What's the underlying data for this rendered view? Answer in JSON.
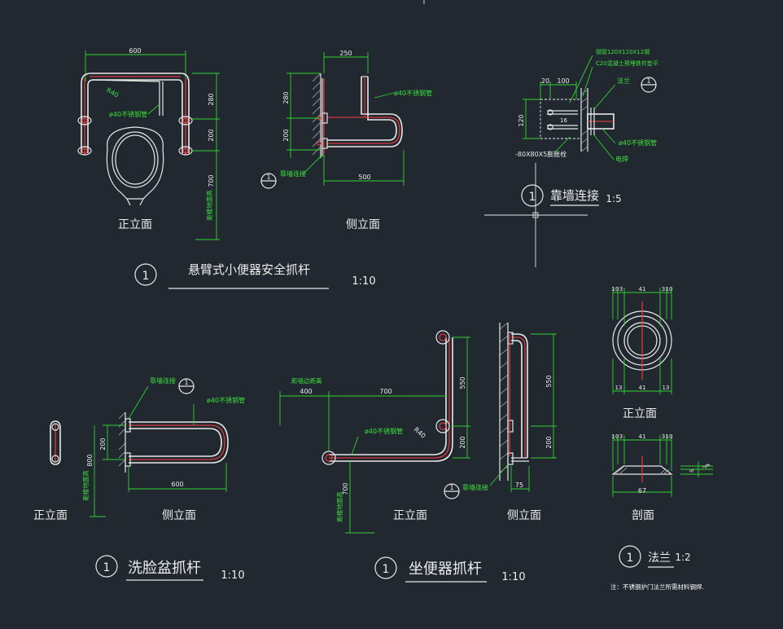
{
  "drawing": {
    "urinal": {
      "title": "悬臂式小便器安全抓杆",
      "scale": "1:10",
      "index": "1",
      "front_label": "正立面",
      "side_label": "侧立面",
      "dims_front": {
        "width": "600",
        "h1": "280",
        "h2": "200",
        "h3": "700",
        "radius": "R40"
      },
      "pipe_note": "ø40不锈钢管",
      "floor_note": "距楼地面高",
      "dims_side": {
        "top": "250",
        "h1": "280",
        "h2": "200",
        "bottom": "500"
      },
      "side_pipe_note": "ø40不锈钢管",
      "wall_conn": "靠墙连接"
    },
    "wall_detail": {
      "title": "靠墙连接",
      "scale": "1:5",
      "index": "1",
      "note_plate": "钢管120X120X12钢",
      "note_c20": "C20混凝土预埋铁件垫平",
      "note_flange": "法兰",
      "note_pipe": "ø40不锈钢管",
      "note_angle": "-80X80X5膨胀栓",
      "note_weld": "电焊",
      "dims": {
        "d20": "20",
        "d100": "100",
        "d120": "120",
        "d16": "16"
      }
    },
    "basin": {
      "title": "洗脸盆抓杆",
      "scale": "1:10",
      "index": "1",
      "front_label": "正立面",
      "side_label": "侧立面",
      "wall_conn": "靠墙连接",
      "pipe_note": "ø40不锈钢管",
      "floor_note": "距楼地面高",
      "dims": {
        "h": "200",
        "floor": "800",
        "len": "600"
      }
    },
    "toilet": {
      "title": "坐便器抓杆",
      "scale": "1:10",
      "index": "1",
      "front_label": "正立面",
      "side_label": "侧立面",
      "wall_dist_note": "距墙边距离",
      "pipe_note": "ø40不锈钢管",
      "floor_note": "距楼地面高",
      "wall_conn": "靠墙连接",
      "dims": {
        "a": "400",
        "b": "700",
        "h1": "550",
        "h2": "200",
        "radius": "R40",
        "floor": "700",
        "side_h1": "550",
        "side_h2": "200",
        "side_w": "75"
      }
    },
    "flange": {
      "title": "法兰",
      "scale": "1:2",
      "index": "1",
      "front_label": "正立面",
      "section_label": "剖面",
      "dims_top": [
        "10",
        "3",
        "41",
        "3",
        "10"
      ],
      "dims_mid": [
        "13",
        "41",
        "13"
      ],
      "dims_sec": [
        "10",
        "3",
        "41",
        "3",
        "10"
      ],
      "dims_sec_bottom": "67",
      "dims_sec_side": [
        "5",
        "2",
        "4"
      ],
      "note": "注：不锈钢护门法兰所需材料钢焊."
    }
  }
}
